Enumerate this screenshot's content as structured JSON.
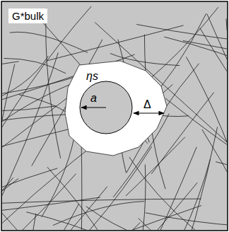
{
  "diagram": {
    "nodes": [
      {
        "text": [
          "G*bulk"
        ]
      }
    ],
    "labels": [
      "ηs",
      "a",
      "Δ"
    ]
  }
}
